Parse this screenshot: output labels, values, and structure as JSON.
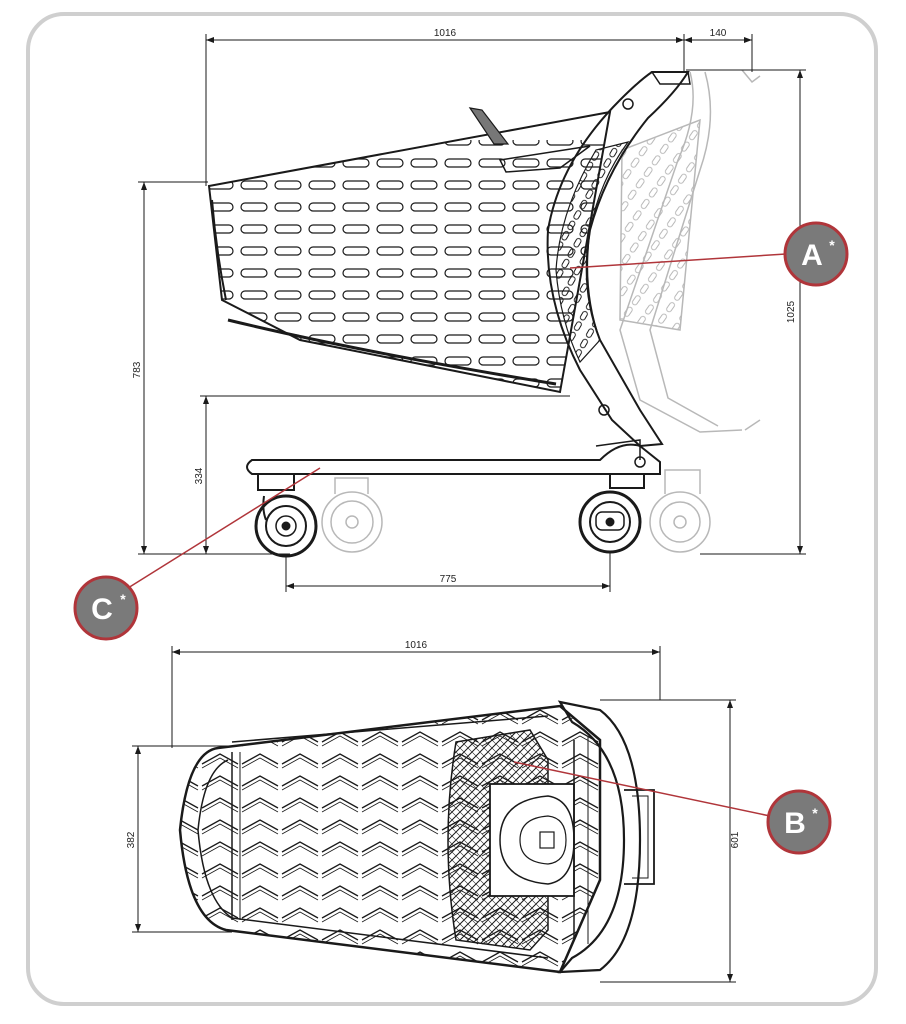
{
  "dimensions": {
    "side_length": "1016",
    "side_handle_extension": "140",
    "side_total_height": "1025",
    "side_basket_height": "783",
    "side_base_height": "334",
    "side_wheelbase": "775",
    "top_length": "1016",
    "top_front_width": "382",
    "top_rear_width": "601"
  },
  "callouts": {
    "a": {
      "letter": "A",
      "mark": "*"
    },
    "b": {
      "letter": "B",
      "mark": "*"
    },
    "c": {
      "letter": "C",
      "mark": "*"
    }
  },
  "colors": {
    "frame_border": "#cfcfcf",
    "callout_fill": "#7a7a7a",
    "callout_ring": "#b0353a",
    "leader_line": "#b0353a",
    "drawing_stroke": "#1a1a1a",
    "ghost_stroke": "#b8b8b8"
  }
}
